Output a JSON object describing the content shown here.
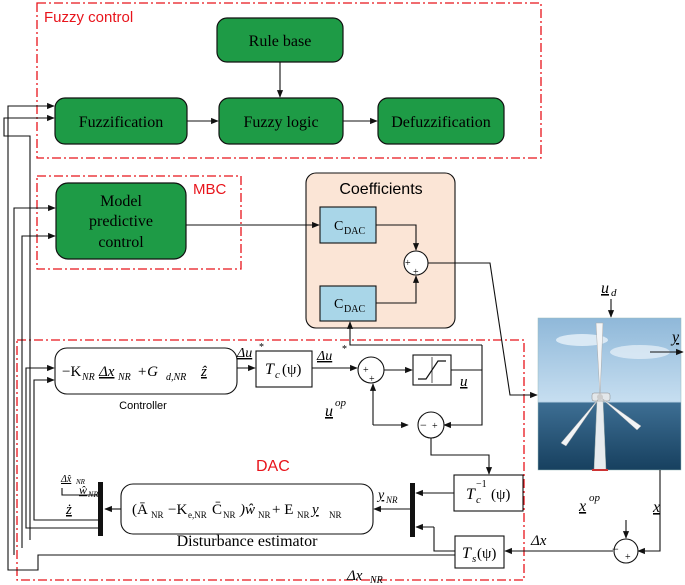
{
  "regions": {
    "fuzzy_control": "Fuzzy control",
    "mbc": "MBC",
    "dac": "DAC",
    "coefficients": "Coefficients"
  },
  "blocks": {
    "rule_base": "Rule base",
    "fuzzification": "Fuzzification",
    "fuzzy_logic": "Fuzzy logic",
    "defuzzification": "Defuzzification",
    "mpc_line1": "Model",
    "mpc_line2": "predictive",
    "mpc_line3": "control",
    "cdac_sub": "DAC",
    "cdac_main": "C",
    "controller_label": "Controller",
    "disturbance_estimator": "Disturbance estimator"
  },
  "signals": {
    "ud_u": "u",
    "ud_sub": "d",
    "y": "y",
    "x": "x",
    "xop": "x",
    "xop_sup": "op",
    "uop": "u",
    "uop_sup": "op",
    "u": "u",
    "delta_x": "Δx",
    "delta_xnr": "Δx",
    "nr_sub": "NR",
    "delta_u_star": "Δu",
    "star": "*",
    "delta_unr_star": "Δu",
    "ynr": "y",
    "z_dot": "ż",
    "w_hat_nr": "ŵ",
    "delta_x_hat_nr": "Δx̂"
  },
  "formulas": {
    "controller": "−K",
    "controller_2": "Δx",
    "controller_3": "+G",
    "controller_3_sub": "d,NR",
    "controller_4": "ẑ",
    "tc": "T",
    "tc_sub": "c",
    "psi": "(ψ)",
    "tc_inv_sup": "−1",
    "ts_sub": "s",
    "estimator_a": "(Ā",
    "estimator_b": "−K",
    "estimator_b_sub": "e,NR",
    "estimator_c": "C̄",
    "estimator_d": ")ŵ",
    "estimator_e": " + E",
    "estimator_f": " y"
  },
  "sum_signs": {
    "plus": "+",
    "minus": "−"
  }
}
